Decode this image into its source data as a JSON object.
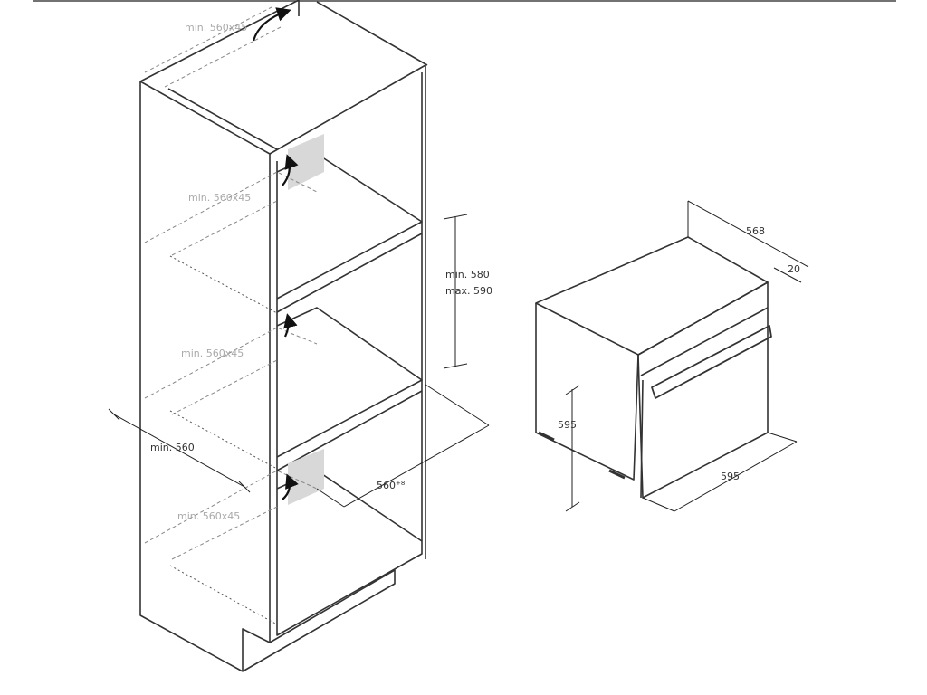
{
  "cabinet": {
    "vent_labels": [
      "min. 560x45",
      "min. 560x45",
      "min. 560x45",
      "min. 560x45"
    ],
    "height_dims": [
      "min. 580",
      "max. 590"
    ],
    "width_dim": "min. 560",
    "depth_dim": "560",
    "depth_dim_sup": "+8"
  },
  "oven": {
    "depth_dim": "568",
    "door_dim": "20",
    "height_dim": "595",
    "width_dim": "595"
  }
}
